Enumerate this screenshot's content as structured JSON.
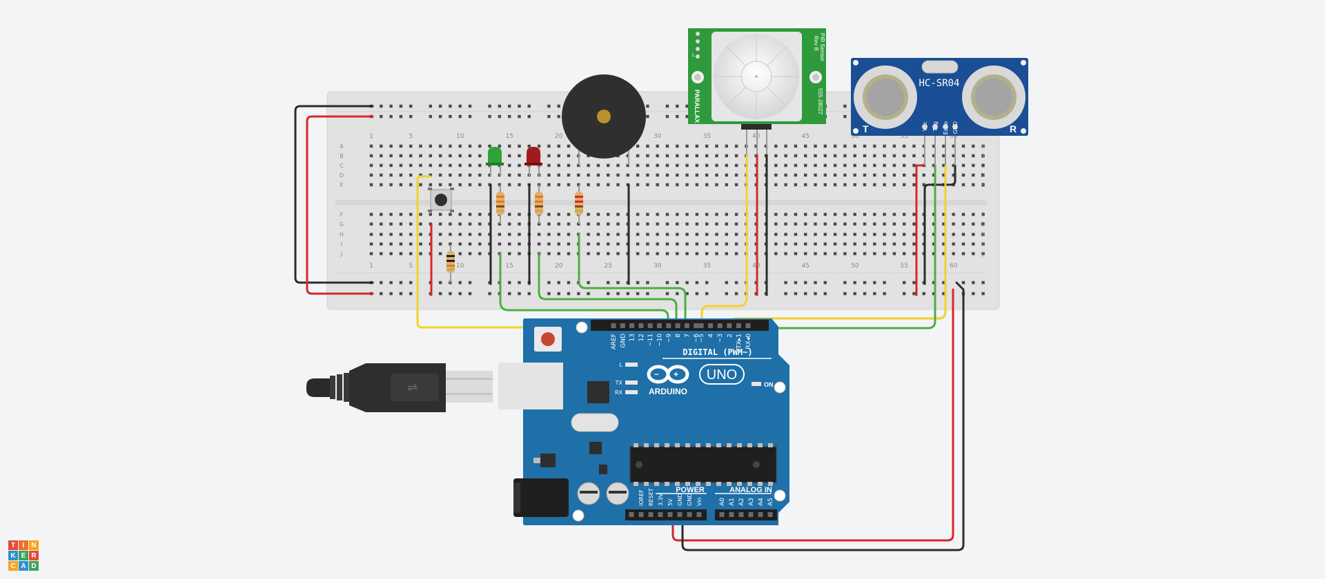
{
  "app": {
    "name": "Tinkercad",
    "logo_letters": [
      "T",
      "I",
      "N",
      "K",
      "E",
      "R",
      "C",
      "A",
      "D"
    ],
    "logo_colors": [
      "#e44a35",
      "#f26b2a",
      "#f9a31a",
      "#2f8fd1",
      "#3da35d",
      "#e44a35",
      "#f9a31a",
      "#2f8fd1",
      "#3da35d"
    ]
  },
  "breadboard": {
    "col_numbers": [
      "1",
      "5",
      "10",
      "15",
      "20",
      "25",
      "30",
      "35",
      "40",
      "45",
      "50",
      "55",
      "60"
    ],
    "row_letters_top": [
      "A",
      "B",
      "C",
      "D",
      "E"
    ],
    "row_letters_bottom": [
      "F",
      "G",
      "H",
      "I",
      "J"
    ]
  },
  "pir": {
    "title": "PIR Sensor",
    "rev": "Rev B",
    "part": "555-28027",
    "brand": "PARALLAX",
    "pins": [
      "S",
      "",
      "",
      "",
      "L"
    ]
  },
  "ultrasonic": {
    "model": "HC-SR04",
    "left_label": "T",
    "right_label": "R",
    "pins": [
      "Vcc",
      "Trig",
      "Echo",
      "GND"
    ]
  },
  "arduino": {
    "brand": "ARDUINO",
    "model": "UNO",
    "digital_label": "DIGITAL (PWM~)",
    "digital_pins": [
      "AREF",
      "GND",
      "13",
      "12",
      "~11",
      "~10",
      "~9",
      "8",
      "7",
      "~6",
      "~5",
      "4",
      "~3",
      "2",
      "TX▸1",
      "RX◂0"
    ],
    "leds": [
      "L",
      "TX",
      "RX"
    ],
    "on_label": "ON",
    "power_label": "POWER",
    "power_pins": [
      "IOREF",
      "RESET",
      "3.3V",
      "5V",
      "GND",
      "GND",
      "Vin"
    ],
    "analog_label": "ANALOG IN",
    "analog_pins": [
      "A0",
      "A1",
      "A2",
      "A3",
      "A4",
      "A5"
    ]
  },
  "colors": {
    "board": "#1f6fa8",
    "wire_red": "#d8262b",
    "wire_black": "#2b2b2b",
    "wire_yellow": "#f2d22a",
    "wire_green": "#4caf3e",
    "breadboard": "#e2e2e2"
  }
}
